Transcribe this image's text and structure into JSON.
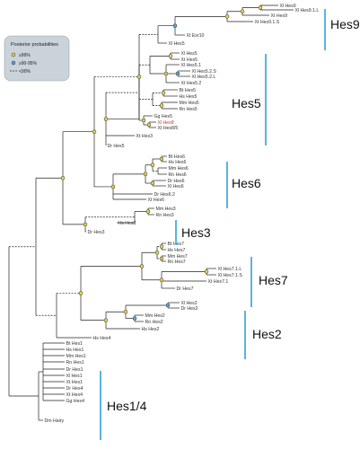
{
  "legend": {
    "title": "Posterior probabilities",
    "items": [
      {
        "label": "≥99%",
        "marker": "yellow-dot",
        "color": "#e8d44a"
      },
      {
        "label": "≥90-95%",
        "marker": "blue-dot",
        "color": "#5aa9d6"
      },
      {
        "label": "<90%",
        "marker": "dashed-line",
        "color": "#333333"
      }
    ]
  },
  "colors": {
    "group_bar": "#5ab4e0",
    "branch": "#222222",
    "legend_bg": "#c9d3d9",
    "highlight": "#d0302e"
  },
  "groups": [
    {
      "id": "hes9",
      "label": "Hes9"
    },
    {
      "id": "hes5",
      "label": "Hes5"
    },
    {
      "id": "hes6",
      "label": "Hes6"
    },
    {
      "id": "hes3",
      "label": "Hes3"
    },
    {
      "id": "hes7",
      "label": "Hes7"
    },
    {
      "id": "hes2",
      "label": "Hes2"
    },
    {
      "id": "hes14",
      "label": "Hes1/4"
    }
  ],
  "leaves": {
    "hes9": [
      "Xl Hes9",
      "Xl Hes9.1.L",
      "Xt Hes9",
      "Xt Hes9.1.S",
      "Xt Esr10",
      "Xl Hes5"
    ],
    "hes5": [
      "Xl Hes5",
      "Xt Hes5",
      "Xl Hes5.1",
      "Xl Hes5.2.S",
      "Xl Hes5.2.L",
      "Xt Hes5.2",
      "Bt Hes5",
      "Hs Hes5",
      "Mm Hes5",
      "Rn Hes5",
      "Gg Hes5",
      "Xl Hes8",
      "Xt Hes8/5",
      "Xt Hes3",
      "Dr Hes5"
    ],
    "hes6": [
      "Bt Hes6",
      "Hs Hes6",
      "Mm Hes6",
      "Rn Hes6",
      "Dr Hes6",
      "Xl Hes6",
      "Dr Hes6.2",
      "Xt Hes6"
    ],
    "hes3": [
      "Mm Hes3",
      "Rn Hes3",
      "Hs Hes3",
      "Dr Hes3"
    ],
    "hes7": [
      "Bt Hes7",
      "Hs Hes7",
      "Mm Hes7",
      "Rn Hes7",
      "Xl Hes7.1.L",
      "Xl Hes7.1.S",
      "Xt Hes7.1",
      "Dr Hes7"
    ],
    "hes2": [
      "Xl Hes2",
      "Dr Hes2",
      "Mm Hes2",
      "Rn Hes2",
      "Hs Hes2",
      "Hs Hes4"
    ],
    "hes14": [
      "Bt Hes1",
      "Hs Hes1",
      "Mm Hes1",
      "Rn Hes1",
      "Dr Hes1",
      "Xl Hes1",
      "Xt Hes1",
      "Dr Hes4",
      "Xt Hes4",
      "Gg Hes4",
      "Dm Hairy"
    ]
  }
}
